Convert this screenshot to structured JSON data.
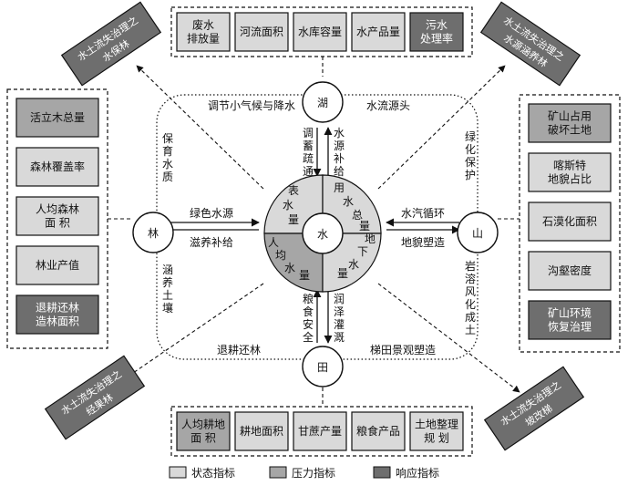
{
  "nodes": {
    "water": "水",
    "lake": "湖",
    "forest": "林",
    "mountain": "山",
    "field": "田"
  },
  "center_ring": {
    "tl": [
      "表",
      "水",
      "量"
    ],
    "tr": [
      "用",
      "水",
      "总",
      "量"
    ],
    "bl": [
      "人",
      "均",
      "水",
      "量"
    ],
    "br": [
      "地",
      "下",
      "水",
      "量"
    ]
  },
  "links": {
    "lake_up": [
      "调",
      "蓄",
      "疏",
      "通"
    ],
    "lake_down": [
      "水",
      "源",
      "补",
      "给"
    ],
    "forest_top": "绿色水源",
    "forest_bottom": "滋养补给",
    "mountain_top": "水汽循环",
    "mountain_bottom": "地貌塑造",
    "field_left": [
      "粮",
      "食",
      "安",
      "全"
    ],
    "field_right": [
      "润",
      "泽",
      "灌",
      "溉"
    ],
    "ring_top_left": "调节小气候与降水",
    "ring_top_right": "水流源头",
    "ring_left_top": [
      "保",
      "育",
      "水",
      "质"
    ],
    "ring_left_bottom": [
      "涵",
      "养",
      "土",
      "壤"
    ],
    "ring_right_top": [
      "绿",
      "化",
      "保",
      "护"
    ],
    "ring_right_bottom": [
      "岩",
      "溶",
      "风",
      "化",
      "成",
      "土"
    ],
    "ring_bottom_left": "退耕还林",
    "ring_bottom_right": "梯田景观塑造"
  },
  "top_indicators": [
    {
      "text": [
        "废水",
        "排放量"
      ],
      "type": "state"
    },
    {
      "text": [
        "河流面积"
      ],
      "type": "state"
    },
    {
      "text": [
        "水库容量"
      ],
      "type": "state"
    },
    {
      "text": [
        "水产品量"
      ],
      "type": "state"
    },
    {
      "text": [
        "污水",
        "处理率"
      ],
      "type": "resp"
    }
  ],
  "left_indicators": [
    {
      "text": [
        "活立木总量"
      ],
      "type": "press"
    },
    {
      "text": [
        "森林覆盖率"
      ],
      "type": "state"
    },
    {
      "text": [
        "人均森林",
        "面 积"
      ],
      "type": "state"
    },
    {
      "text": [
        "林业产值"
      ],
      "type": "state"
    },
    {
      "text": [
        "退耕还林",
        "造林面积"
      ],
      "type": "resp"
    }
  ],
  "right_indicators": [
    {
      "text": [
        "矿山占用",
        "破坏土地"
      ],
      "type": "press"
    },
    {
      "text": [
        "喀斯特",
        "地貌占比"
      ],
      "type": "state"
    },
    {
      "text": [
        "石漠化面积"
      ],
      "type": "state"
    },
    {
      "text": [
        "沟壑密度"
      ],
      "type": "state"
    },
    {
      "text": [
        "矿山环境",
        "恢复治理"
      ],
      "type": "resp"
    }
  ],
  "bottom_indicators": [
    {
      "text": [
        "人均耕地",
        "面 积"
      ],
      "type": "press"
    },
    {
      "text": [
        "耕地面积"
      ],
      "type": "state"
    },
    {
      "text": [
        "甘蔗产量"
      ],
      "type": "state"
    },
    {
      "text": [
        "粮食产品"
      ],
      "type": "state"
    },
    {
      "text": [
        "土地整理",
        "规 划"
      ],
      "type": "state"
    }
  ],
  "corner_boxes": {
    "top_left": [
      "水土流失治理之",
      "水保林"
    ],
    "top_right": [
      "水土流失治理之",
      "水源涵养林"
    ],
    "bottom_left": [
      "水土流失治理之",
      "经果林"
    ],
    "bottom_right": [
      "水土流失治理之",
      "坡改梯"
    ]
  },
  "legend": [
    {
      "label": "状态指标",
      "color": "#d9d9d9"
    },
    {
      "label": "压力指标",
      "color": "#a6a6a6"
    },
    {
      "label": "响应指标",
      "color": "#6e6e6e"
    }
  ]
}
